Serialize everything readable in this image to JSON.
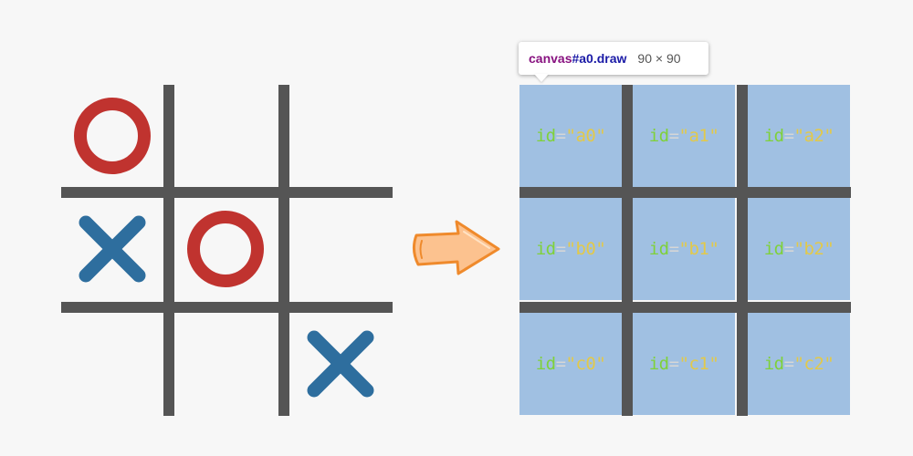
{
  "tooltip": {
    "tag": "canvas",
    "id": "#a0.draw",
    "size": "90 × 90"
  },
  "cells": [
    {
      "attr": "id",
      "eq": "=",
      "val": "\"a0\""
    },
    {
      "attr": "id",
      "eq": "=",
      "val": "\"a1\""
    },
    {
      "attr": "id",
      "eq": "=",
      "val": "\"a2\""
    },
    {
      "attr": "id",
      "eq": "=",
      "val": "\"b0\""
    },
    {
      "attr": "id",
      "eq": "=",
      "val": "\"b1\""
    },
    {
      "attr": "id",
      "eq": "=",
      "val": "\"b2\""
    },
    {
      "attr": "id",
      "eq": "=",
      "val": "\"c0\""
    },
    {
      "attr": "id",
      "eq": "=",
      "val": "\"c1\""
    },
    {
      "attr": "id",
      "eq": "=",
      "val": "\"c2\""
    }
  ],
  "left_board": {
    "marks": [
      {
        "cell": "a0",
        "symbol": "O"
      },
      {
        "cell": "b0",
        "symbol": "X"
      },
      {
        "cell": "b1",
        "symbol": "O"
      },
      {
        "cell": "c2",
        "symbol": "X"
      }
    ]
  },
  "colors": {
    "grid": "#555555",
    "o_mark": "#c0332f",
    "x_mark": "#2e6e9e",
    "cell_fill": "#a0c0e2",
    "arrow_fill": "#fcc28f",
    "arrow_stroke": "#ef8a2c"
  },
  "icons": {
    "arrow": "right-arrow-icon"
  }
}
